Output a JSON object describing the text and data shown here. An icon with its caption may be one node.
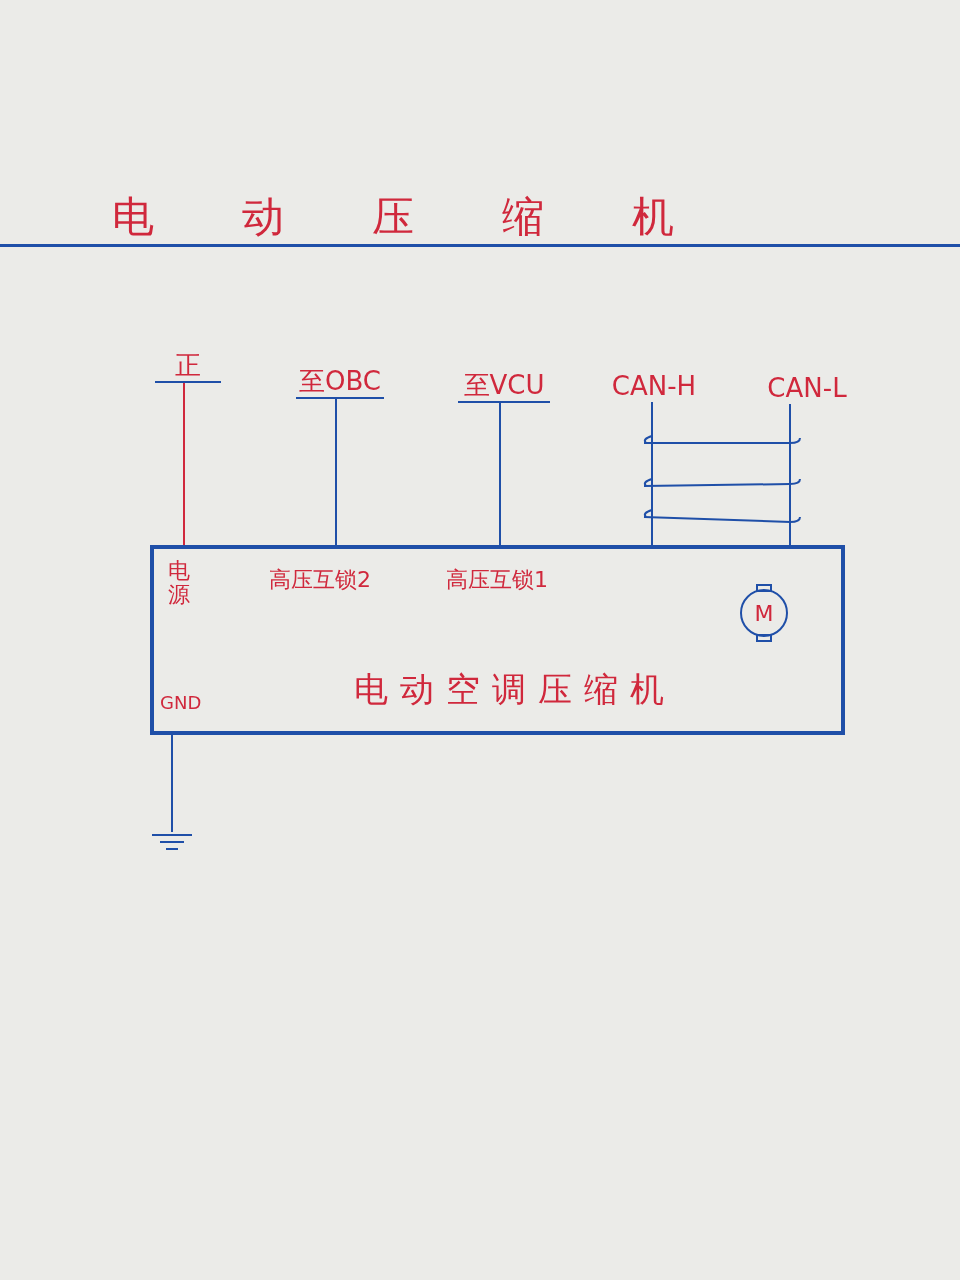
{
  "diagram": {
    "title": "电动压缩机",
    "nodes": [
      {
        "text": [
          "电动空调压缩机"
        ]
      },
      {
        "text": [
          "正"
        ]
      },
      {
        "text": [
          "至OBC"
        ]
      },
      {
        "text": [
          "至VCU"
        ]
      },
      {
        "text": [
          "CAN-H"
        ]
      },
      {
        "text": [
          "CAN-L"
        ]
      },
      {
        "text": [],
        "shape": "ground"
      },
      {
        "text": [
          "M"
        ],
        "in": 0
      }
    ],
    "edges": [
      {
        "from": 1,
        "to": 0,
        "arrow": "none",
        "color": "#d0283c"
      },
      {
        "from": 2,
        "to": 0,
        "arrow": "none"
      },
      {
        "from": 3,
        "to": 0,
        "arrow": "none"
      },
      {
        "from": 4,
        "to": 0,
        "arrow": "none"
      },
      {
        "from": 5,
        "to": 0,
        "arrow": "none"
      },
      {
        "from": 0,
        "to": 6,
        "arrow": "none"
      }
    ],
    "labels": [
      "电源",
      "高压互锁2",
      "高压互锁1",
      "GND"
    ]
  }
}
